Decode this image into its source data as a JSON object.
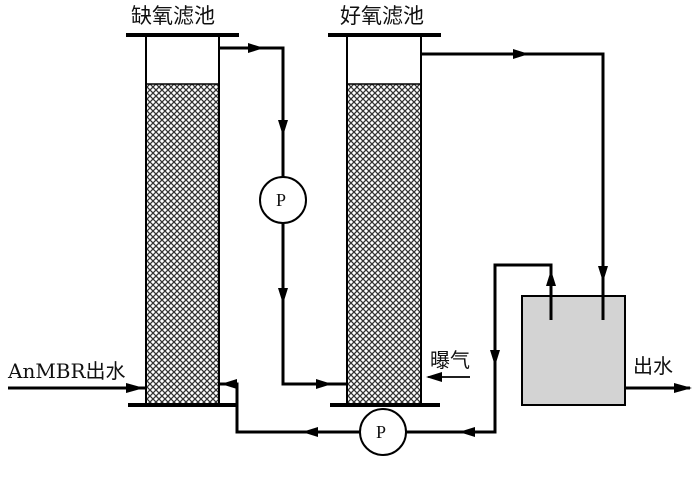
{
  "diagram": {
    "type": "process-flow",
    "colors": {
      "line": "#000000",
      "media_hatch": "#333333",
      "tank_fill": "#d3d3d3",
      "background": "#ffffff"
    },
    "labels": {
      "anoxic_filter": "缺氧滤池",
      "aerobic_filter": "好氧滤池",
      "influent": "AnMBR出水",
      "aeration": "曝气",
      "effluent": "出水",
      "pump_1": "P",
      "pump_2": "P"
    },
    "nodes": [
      {
        "id": "anoxic-filter",
        "label": "缺氧滤池",
        "kind": "packed-column"
      },
      {
        "id": "aerobic-filter",
        "label": "好氧滤池",
        "kind": "packed-column"
      },
      {
        "id": "pump-1",
        "label": "P",
        "kind": "pump"
      },
      {
        "id": "pump-2",
        "label": "P",
        "kind": "pump"
      },
      {
        "id": "settling-tank",
        "label": "",
        "kind": "tank"
      }
    ],
    "edges": [
      {
        "from": "AnMBR出水",
        "to": "anoxic-filter",
        "label": "AnMBR出水"
      },
      {
        "from": "anoxic-filter",
        "to": "pump-1"
      },
      {
        "from": "pump-1",
        "to": "aerobic-filter"
      },
      {
        "from": "曝气",
        "to": "aerobic-filter",
        "label": "曝气"
      },
      {
        "from": "aerobic-filter",
        "to": "settling-tank"
      },
      {
        "from": "settling-tank",
        "to": "pump-2"
      },
      {
        "from": "pump-2",
        "to": "anoxic-filter"
      },
      {
        "from": "settling-tank",
        "to": "出水",
        "label": "出水"
      }
    ]
  }
}
